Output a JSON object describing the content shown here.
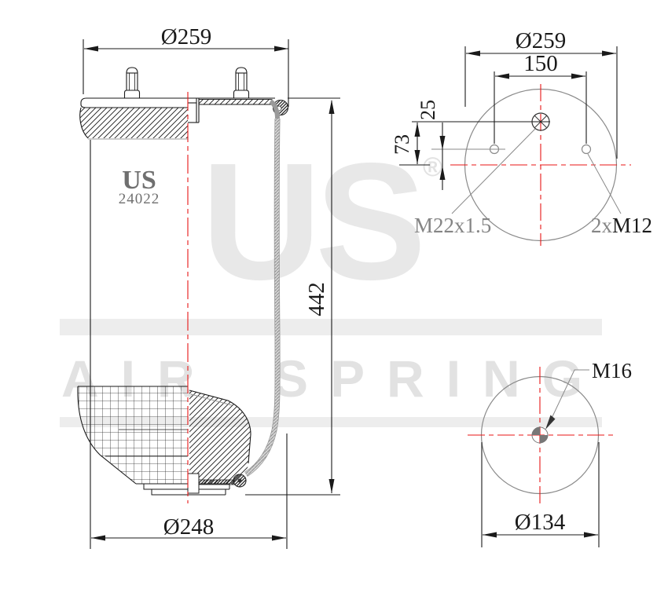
{
  "drawing": {
    "title": "Air spring technical drawing",
    "colors": {
      "outline": "#1a1a1a",
      "secondary_gray": "#8a8a8a",
      "centerline_red": "#e81616",
      "watermark_gray": "#e8e8e8",
      "part_label_gray": "#6f6f6f"
    },
    "side_view": {
      "top_diameter_label": "Ø259",
      "height_label": "442",
      "bottom_diameter_label": "Ø248",
      "part_brand": "US",
      "part_number": "24022"
    },
    "top_view": {
      "diameter_label": "Ø259",
      "bolt_spacing_label": "150",
      "bolt_offset_label": "25",
      "port_offset_label": "73",
      "port_thread_label": "M22x1.5",
      "bolt_count_prefix": "2x",
      "bolt_thread_label": "M12"
    },
    "bottom_view": {
      "thread_label": "M16",
      "diameter_label": "Ø134"
    },
    "watermark": {
      "brand": "US",
      "registered": "®",
      "tagline": "AIR SPRING"
    }
  }
}
